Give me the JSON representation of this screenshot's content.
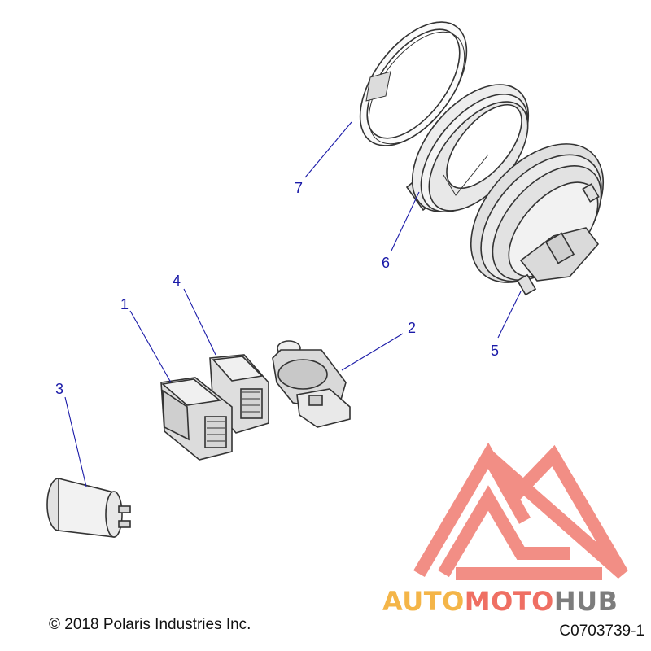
{
  "callouts": {
    "p1": "1",
    "p2": "2",
    "p3": "3",
    "p4": "4",
    "p5": "5",
    "p6": "6",
    "p7": "7"
  },
  "footer": {
    "copyright": "© 2018 Polaris Industries Inc.",
    "part_code": "C0703739-1"
  },
  "watermark": {
    "part_a": "AUTO",
    "part_b": "MOTO",
    "part_c": "HUB"
  },
  "colors": {
    "callout": "#1a1aa8",
    "line_art": "#333333",
    "watermark_red": "#ef6f63",
    "watermark_orange": "#f4b548",
    "watermark_gray": "#7d7d7d"
  }
}
